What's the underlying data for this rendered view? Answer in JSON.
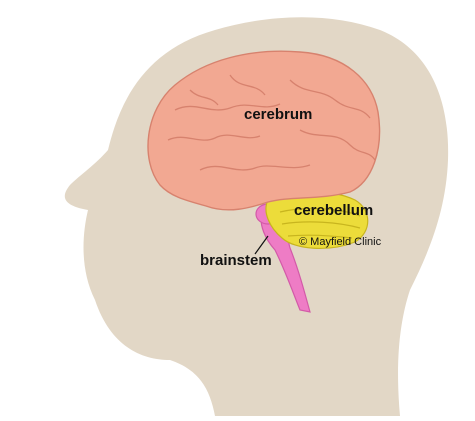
{
  "diagram": {
    "labels": {
      "cerebrum": "cerebrum",
      "cerebellum": "cerebellum",
      "brainstem": "brainstem",
      "copyright": "© Mayfield Clinic"
    },
    "colors": {
      "background": "#ffffff",
      "head_silhouette": "#e2d7c6",
      "cerebrum": "#f2a892",
      "cerebrum_shadow": "#d7826e",
      "cerebellum": "#ecdc3a",
      "cerebellum_shadow": "#c8b51e",
      "brainstem": "#ee7cc5",
      "brainstem_shadow": "#d35aa8"
    }
  }
}
